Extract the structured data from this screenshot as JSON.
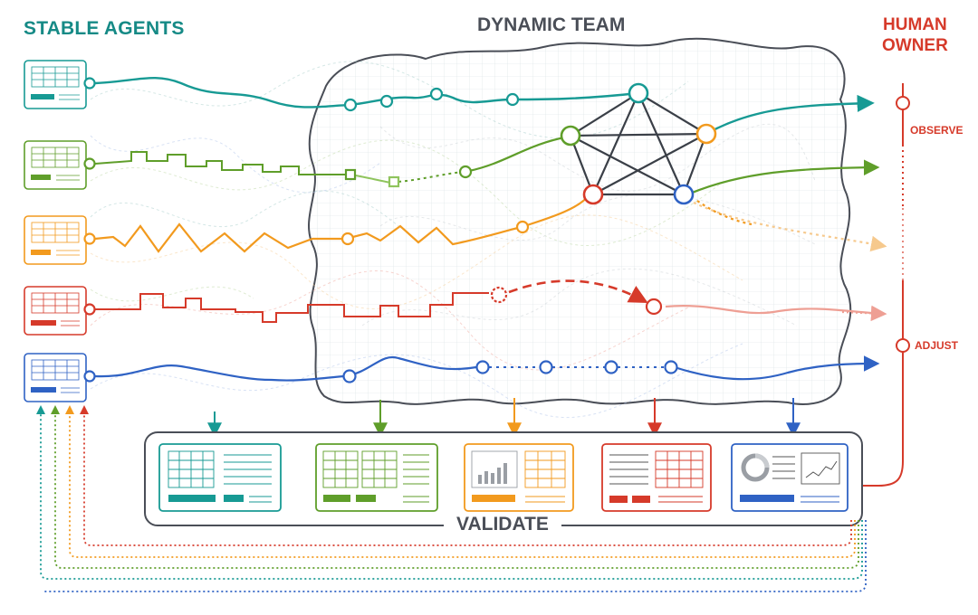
{
  "titles": {
    "stable_agents": "STABLE AGENTS",
    "dynamic_team": "DYNAMIC TEAM",
    "human_owner_line1": "HUMAN",
    "human_owner_line2": "OWNER",
    "observe": "OBSERVE",
    "adjust": "ADJUST",
    "validate": "VALIDATE"
  },
  "colors": {
    "teal": "#179a94",
    "green": "#5f9e2a",
    "orange": "#f29a1e",
    "red": "#d63a2a",
    "blue": "#2f62c4",
    "dark": "#4a4e57",
    "grid": "#cfd8dc"
  },
  "agents": [
    {
      "name": "agent-teal",
      "color_key": "teal"
    },
    {
      "name": "agent-green",
      "color_key": "green"
    },
    {
      "name": "agent-orange",
      "color_key": "orange"
    },
    {
      "name": "agent-red",
      "color_key": "red"
    },
    {
      "name": "agent-blue",
      "color_key": "blue"
    }
  ],
  "outputs": [
    {
      "name": "output-teal",
      "color_key": "teal",
      "icon": "table-and-text-icon"
    },
    {
      "name": "output-green",
      "color_key": "green",
      "icon": "two-tables-icon"
    },
    {
      "name": "output-orange",
      "color_key": "orange",
      "icon": "bar-chart-and-table-icon"
    },
    {
      "name": "output-red",
      "color_key": "red",
      "icon": "text-and-table-icon"
    },
    {
      "name": "output-blue",
      "color_key": "blue",
      "icon": "donut-and-line-chart-icon"
    }
  ]
}
